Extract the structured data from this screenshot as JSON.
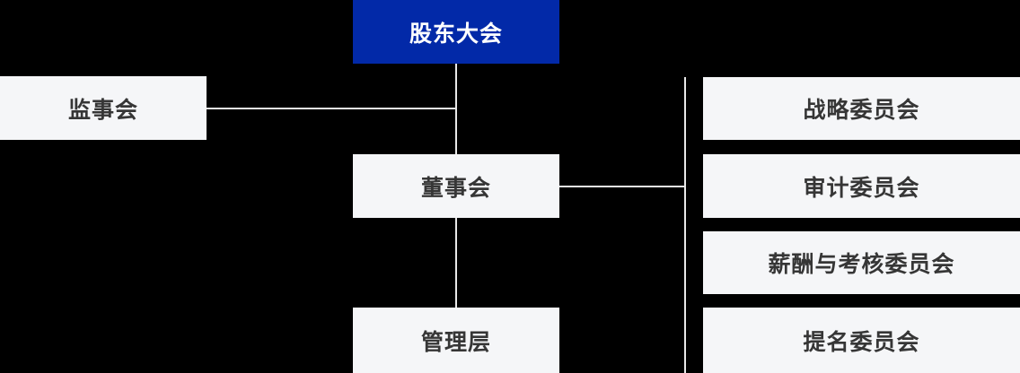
{
  "chart_title": "corporate-governance-structure",
  "org": {
    "root": {
      "label": "股东大会"
    },
    "supervisors": {
      "label": "监事会"
    },
    "board": {
      "label": "董事会"
    },
    "management": {
      "label": "管理层"
    },
    "committees": [
      {
        "label": "战略委员会"
      },
      {
        "label": "审计委员会"
      },
      {
        "label": "薪酬与考核委员会"
      },
      {
        "label": "提名委员会"
      }
    ],
    "edges": [
      {
        "from": "股东大会",
        "to": "董事会"
      },
      {
        "from": "股东大会",
        "to": "监事会"
      },
      {
        "from": "董事会",
        "to": "管理层"
      },
      {
        "from": "董事会",
        "to": "战略委员会"
      },
      {
        "from": "董事会",
        "to": "审计委员会"
      },
      {
        "from": "董事会",
        "to": "薪酬与考核委员会"
      },
      {
        "from": "董事会",
        "to": "提名委员会"
      }
    ]
  },
  "colors": {
    "background": "#000000",
    "root_bg": "#0229a8",
    "root_text": "#ffffff",
    "node_bg": "#f5f6f8",
    "node_text": "#363636",
    "connector": "#e8e8e8"
  }
}
